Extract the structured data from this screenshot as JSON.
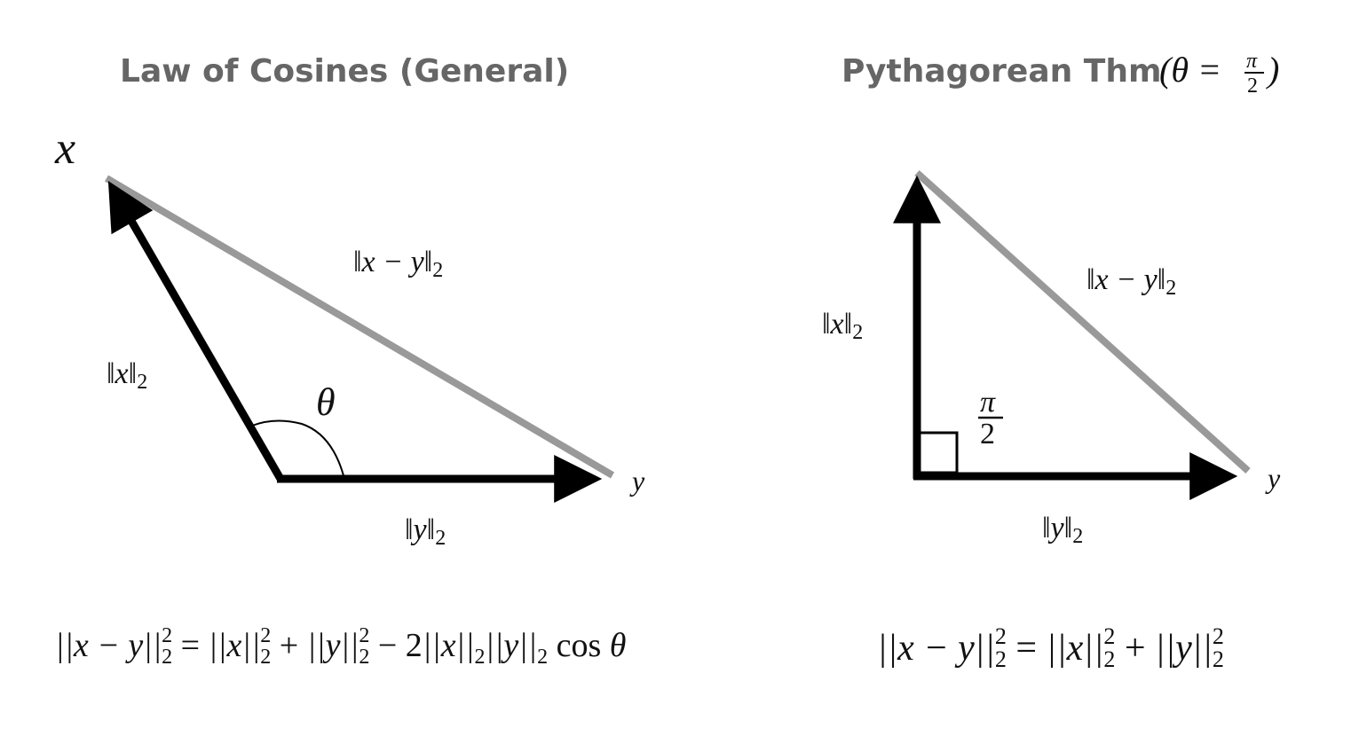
{
  "left_panel": {
    "title": "Law of Cosines (General)",
    "vertex_x_label": "x",
    "vertex_y_label": "y",
    "angle_label": "θ",
    "side_x_norm": "‖x‖",
    "side_x_sub": "2",
    "side_y_norm": "‖y‖",
    "side_y_sub": "2",
    "side_diff_norm": "‖x − y‖",
    "side_diff_sub": "2",
    "formula": {
      "lhs": "||x − y||",
      "lhs_sup": "2",
      "lhs_sub": "2",
      "eq": " = ",
      "t1": "||x||",
      "t1_sup": "2",
      "t1_sub": "2",
      "plus": " + ",
      "t2": "||y||",
      "t2_sup": "2",
      "t2_sub": "2",
      "minus": " − 2",
      "t3a": "||x||",
      "t3a_sub": "2",
      "t3b": "||y||",
      "t3b_sub": "2",
      "cos": " cos",
      "theta": " θ"
    }
  },
  "right_panel": {
    "title": "Pythagorean Thm",
    "condition_open": "(θ = ",
    "condition_num": "π",
    "condition_den": "2",
    "condition_close": ")",
    "vertex_y_label": "y",
    "angle_num": "π",
    "angle_den": "2",
    "side_x_norm": "‖x‖",
    "side_x_sub": "2",
    "side_y_norm": "‖y‖",
    "side_y_sub": "2",
    "side_diff_norm": "‖x − y‖",
    "side_diff_sub": "2",
    "formula": {
      "lhs": "||x − y||",
      "lhs_sup": "2",
      "lhs_sub": "2",
      "eq": " = ",
      "t1": "||x||",
      "t1_sup": "2",
      "t1_sub": "2",
      "plus": " + ",
      "t2": "||y||",
      "t2_sup": "2",
      "t2_sub": "2"
    }
  },
  "colors": {
    "vector": "#000000",
    "difference_side": "#999999",
    "title": "#666666"
  }
}
